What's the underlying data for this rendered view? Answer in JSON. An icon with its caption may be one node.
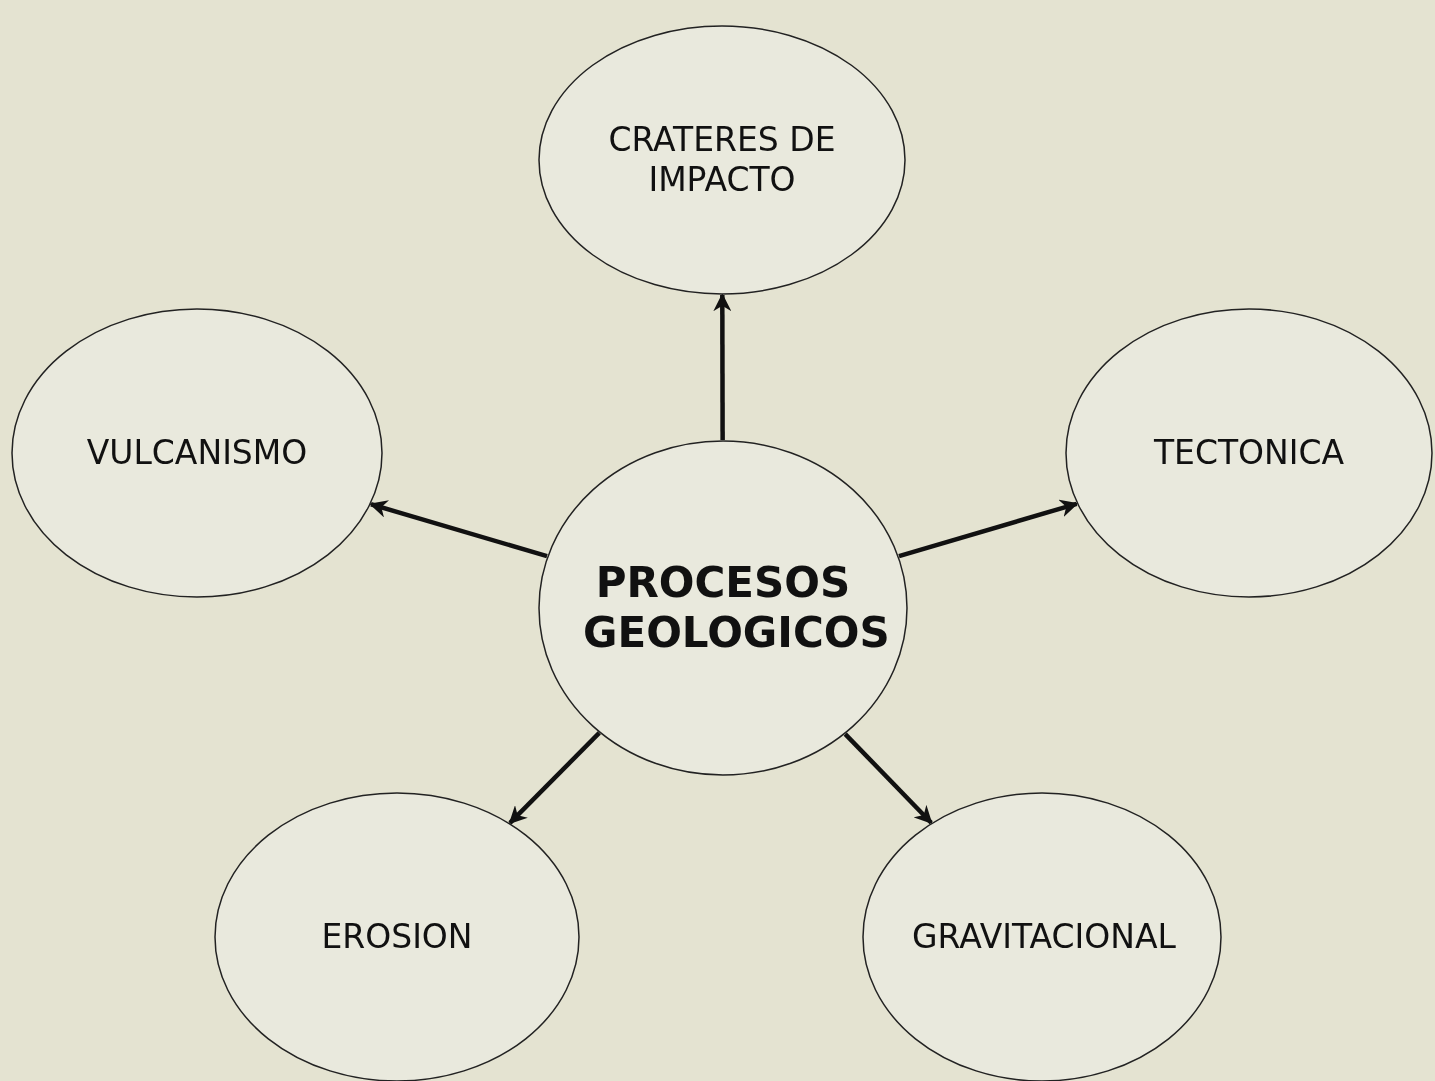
{
  "diagram": {
    "nodes": [
      {
        "text": [
          "CRATERES DE IMPACTO"
        ]
      },
      {
        "text": [
          "VULCANISMO"
        ]
      },
      {
        "text": [
          "TECTONICA"
        ]
      },
      {
        "text": [
          "PROCESOS GEOLOGICOS"
        ]
      },
      {
        "text": [
          "EROSION"
        ]
      },
      {
        "text": [
          "GRAVITACIONAL"
        ]
      }
    ],
    "edges": [
      {
        "from": 3,
        "to": 0,
        "arrow": "to"
      },
      {
        "from": 3,
        "to": 1,
        "arrow": "to"
      },
      {
        "from": 3,
        "to": 2,
        "arrow": "to"
      },
      {
        "from": 3,
        "to": 4,
        "arrow": "to"
      },
      {
        "from": 3,
        "to": 5,
        "arrow": "to"
      }
    ]
  }
}
